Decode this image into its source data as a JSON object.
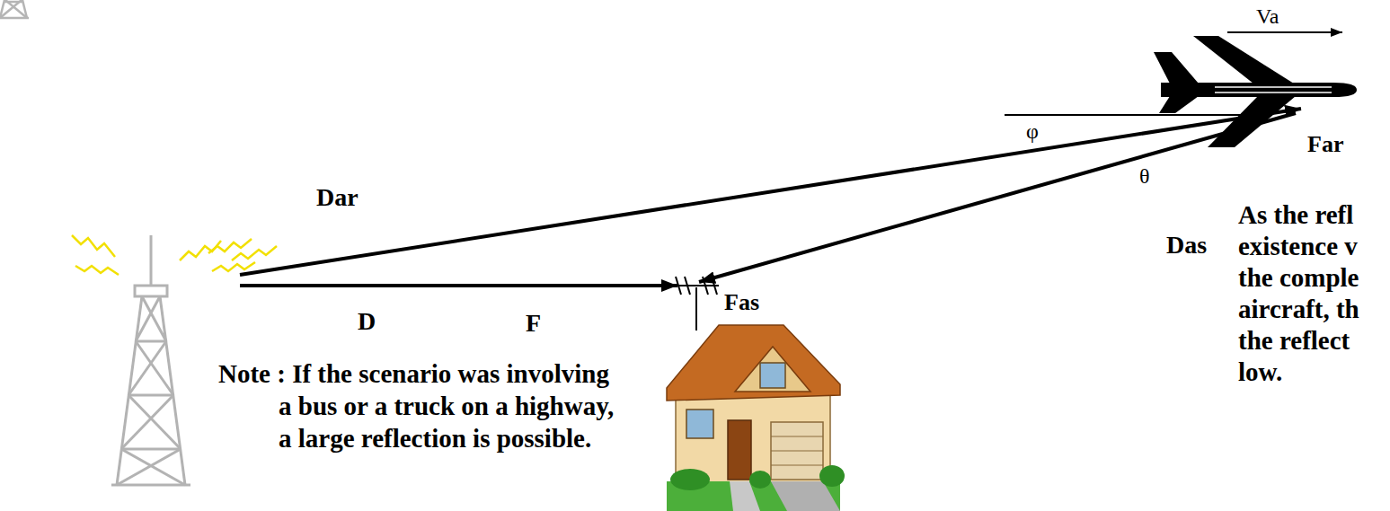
{
  "diagram": {
    "labels": [
      "Va",
      "φ",
      "Far",
      "θ",
      "Dar",
      "Das",
      "As the refl existence v the comple aircraft, th the reflect low.",
      "D",
      "F",
      "Fas",
      "Note : If the scenario was involving a bus or a truck on a highway, a large reflection is possible."
    ]
  }
}
